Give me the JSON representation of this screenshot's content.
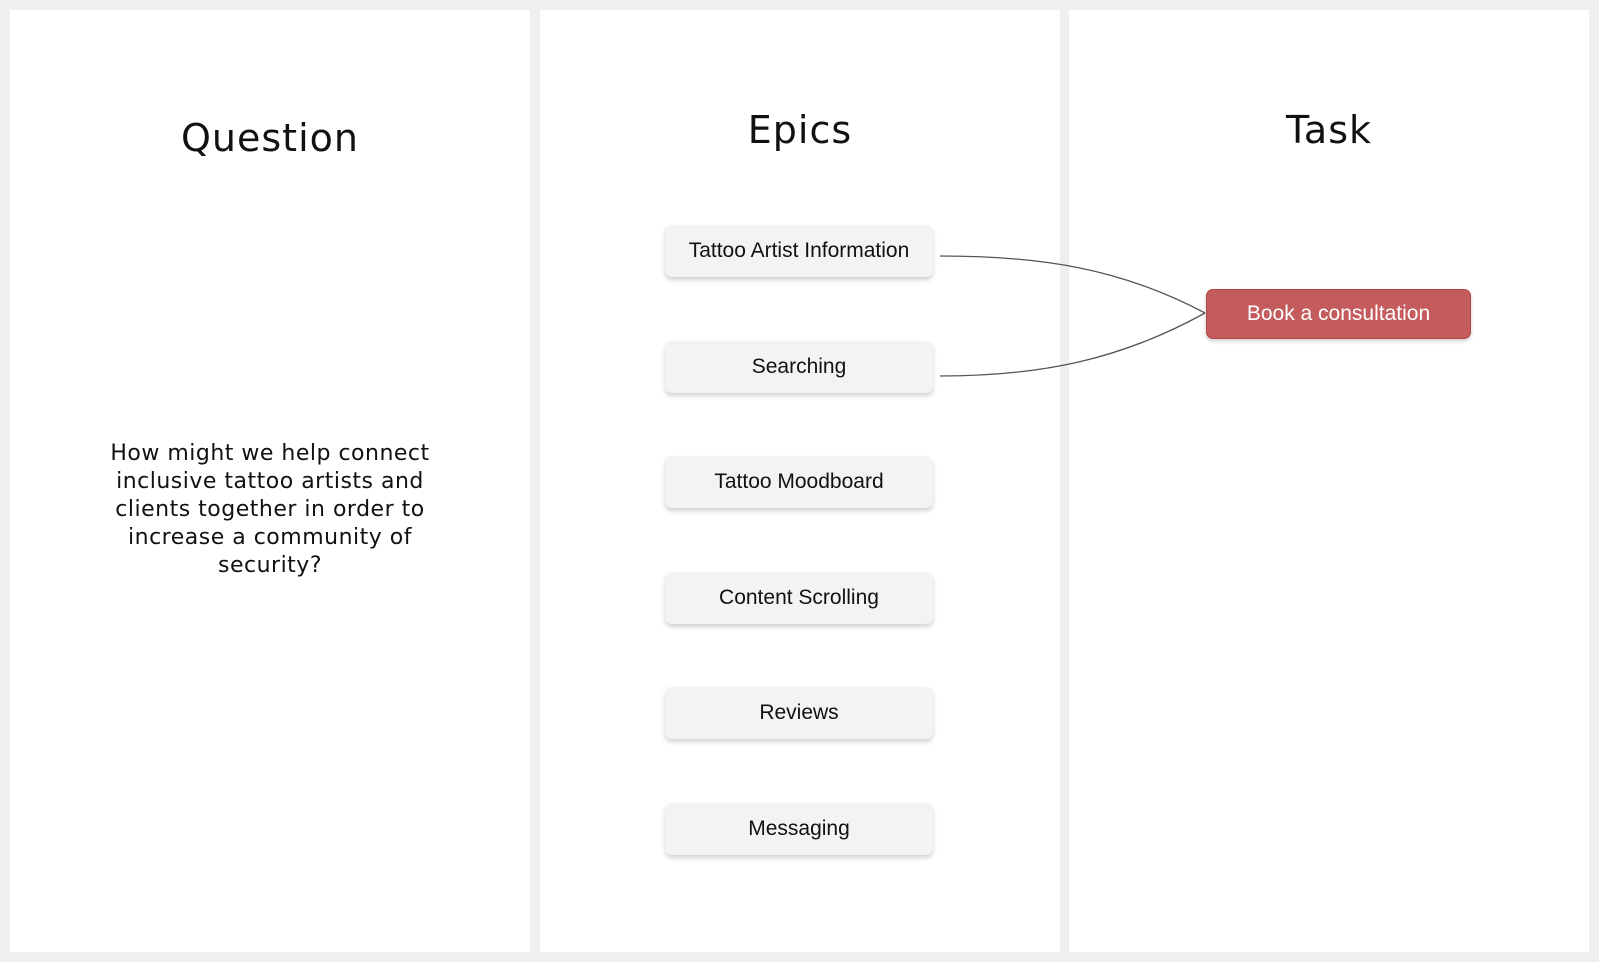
{
  "question": {
    "title": "Question",
    "text": "How might we help connect inclusive tattoo artists and clients together in order to increase a community of security?"
  },
  "epics": {
    "title": "Epics",
    "items": [
      "Tattoo Artist Information",
      "Searching",
      "Tattoo Moodboard",
      "Content Scrolling",
      "Reviews",
      "Messaging"
    ]
  },
  "task": {
    "title": "Task",
    "items": [
      "Book a consultation"
    ]
  },
  "colors": {
    "background": "#efefef",
    "panel": "#ffffff",
    "epic_card": "#f2f4f1",
    "task_card": "#c45b5d",
    "connector": "#555555"
  }
}
